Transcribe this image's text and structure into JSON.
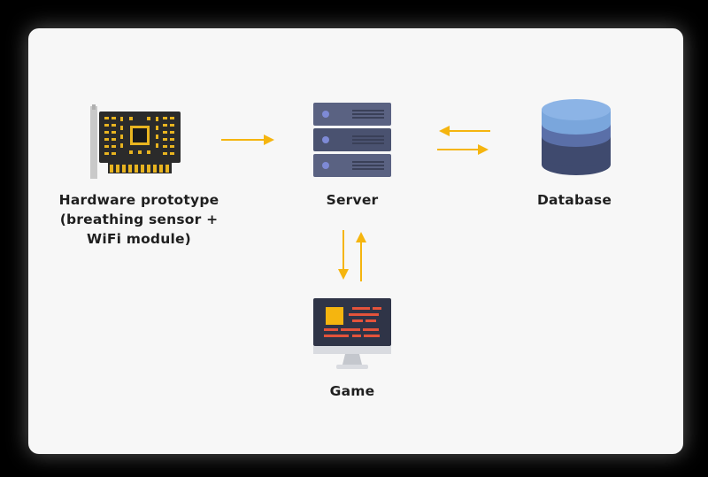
{
  "nodes": {
    "hardware": {
      "line1": "Hardware prototype",
      "line2": "(breathing sensor +",
      "line3": "WiFi module)"
    },
    "server": {
      "label": "Server"
    },
    "database": {
      "label": "Database"
    },
    "game": {
      "label": "Game"
    }
  },
  "colors": {
    "arrow": "#f5b50f",
    "card_bg": "#f7f7f7",
    "server_body": "#4a5270",
    "server_light": "#7e8ad6",
    "db_top": "#7aa6dc",
    "db_mid": "#5a6fa8",
    "db_bottom": "#3f4a6e",
    "monitor_body": "#2f3447",
    "monitor_accent": "#f5b50f",
    "monitor_text": "#e4533b",
    "pcb_body": "#2b2b2b",
    "pcb_gold": "#e8b420"
  },
  "icons": {
    "hardware": "circuit-board-icon",
    "server": "server-rack-icon",
    "database": "database-icon",
    "game": "monitor-icon"
  }
}
